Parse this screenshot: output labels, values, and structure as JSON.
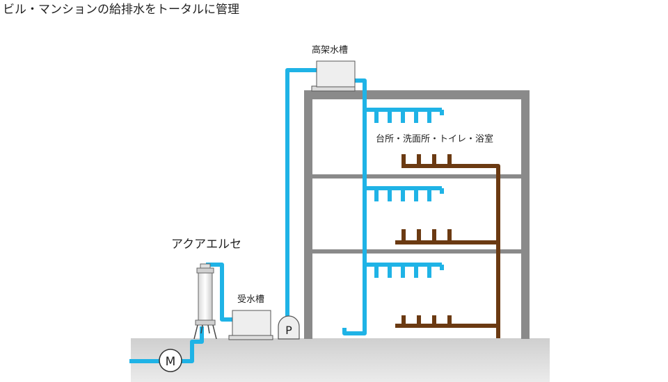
{
  "title": "ビル・マンションの給排水をトータルに管理",
  "labels": {
    "elevated_tank": "高架水槽",
    "fixtures": "台所・洗面所・トイレ・浴室",
    "device": "アクアエルセ",
    "receiving_tank": "受水槽",
    "pump": "P",
    "meter": "M"
  },
  "colors": {
    "supply_pipe": "#1fb3e6",
    "drain_pipe": "#6b3a12",
    "building_frame": "#8a8a8a",
    "ground": "#d7d7d7",
    "tank_fill": "#eeeeee",
    "outline": "#555555"
  }
}
